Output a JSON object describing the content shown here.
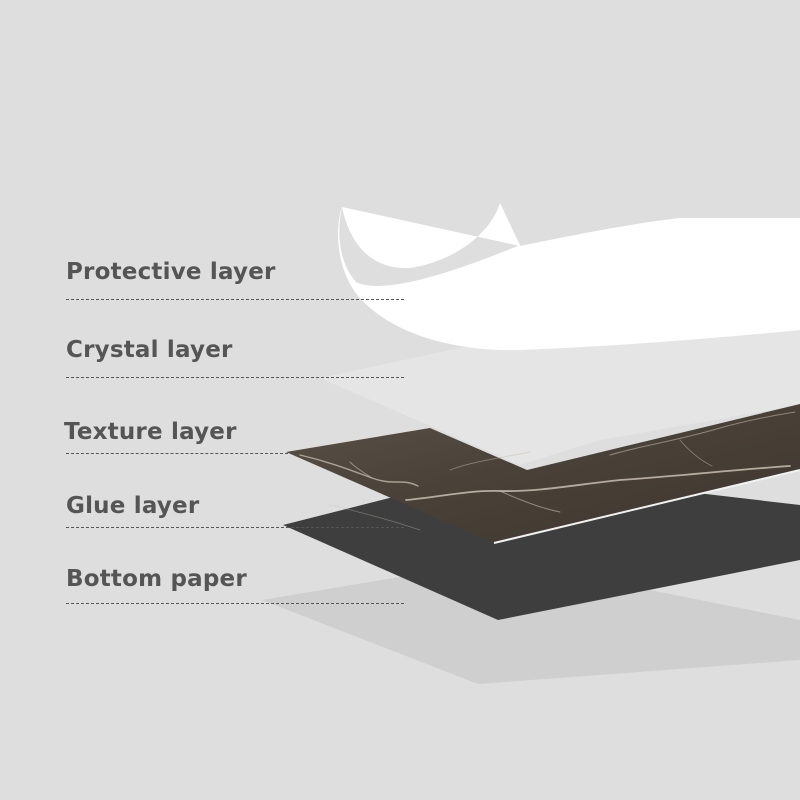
{
  "diagram": {
    "layers": [
      {
        "id": "protective",
        "label": "Protective layer",
        "color": "#ffffff"
      },
      {
        "id": "crystal",
        "label": "Crystal layer",
        "color": "#e3e3e3"
      },
      {
        "id": "texture",
        "label": "Texture layer",
        "color": "#4a4238"
      },
      {
        "id": "glue",
        "label": "Glue layer",
        "color": "#3e3e3e"
      },
      {
        "id": "bottom",
        "label": "Bottom paper",
        "color": "#cfcfcf"
      }
    ],
    "colors": {
      "background": "#dedede",
      "label_text": "#555555",
      "marble_vein": "#c9bfb2"
    }
  }
}
